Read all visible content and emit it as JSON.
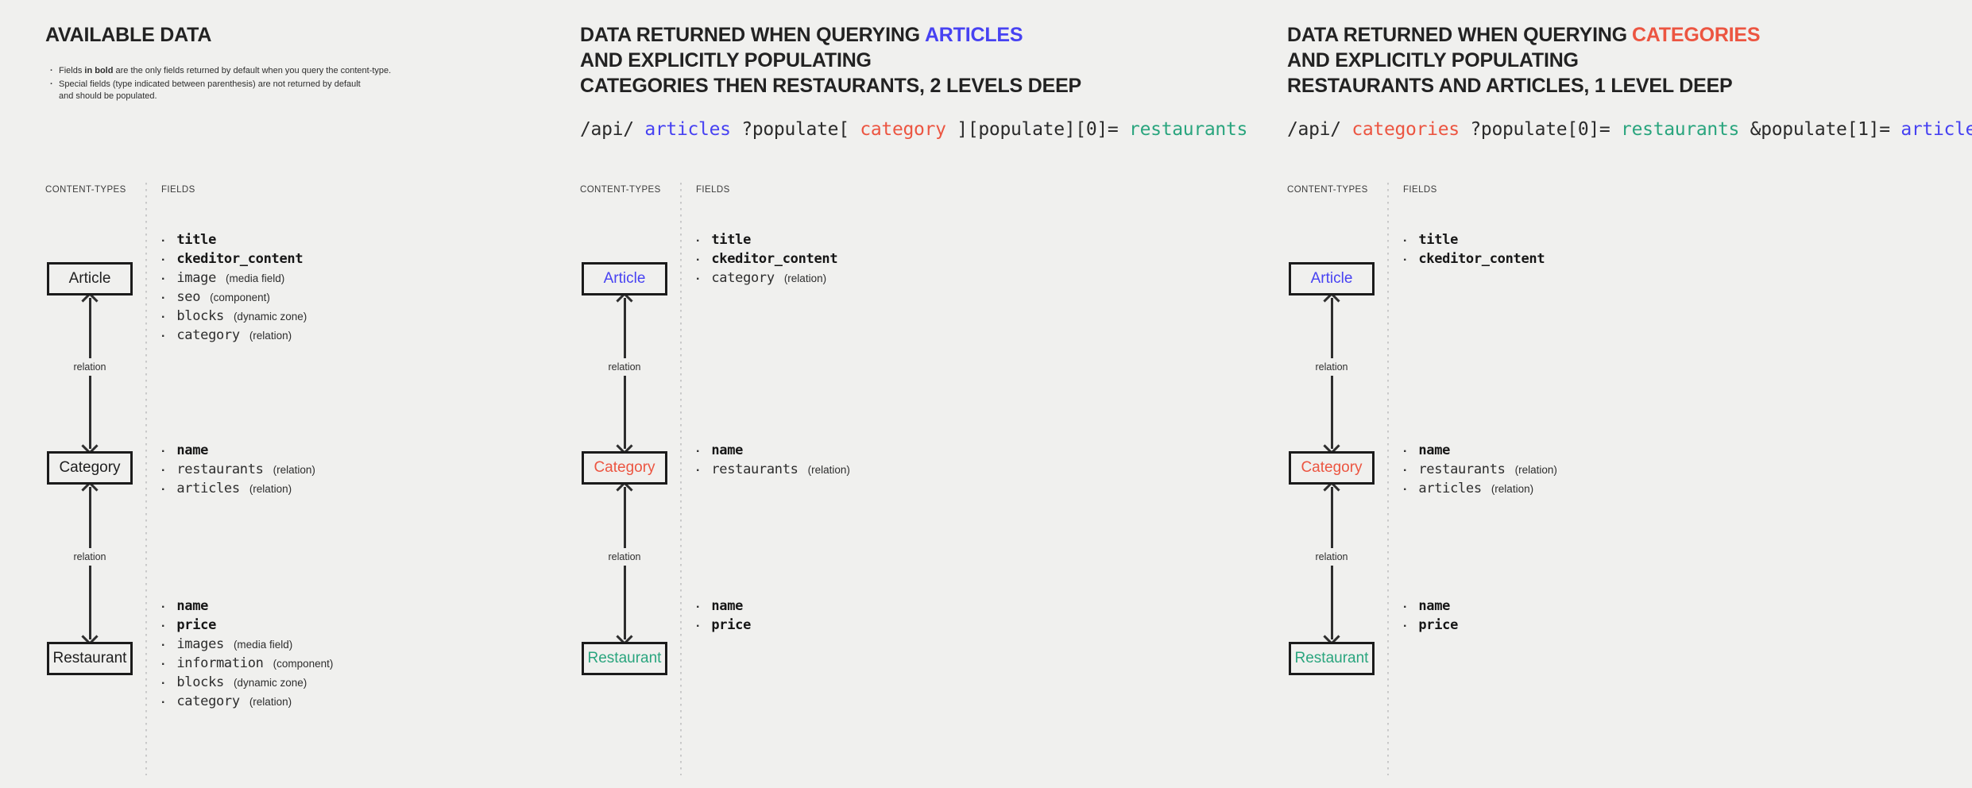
{
  "palette": {
    "bg": "#f0f0ee",
    "text": "#1f1f1f",
    "muted": "#3c3c3c",
    "blue": "#4742f2",
    "red": "#ec5541",
    "green": "#2aa57e",
    "line": "#2e2e2e",
    "divider": "#c9c9c9"
  },
  "shared": {
    "content_types_header": "CONTENT-TYPES",
    "fields_header": "FIELDS",
    "relation_label": "relation"
  },
  "panel_available": {
    "title": "AVAILABLE DATA",
    "note1": {
      "pre": "Fields ",
      "bold": "in bold",
      "post": " are the only fields returned by default when you query the content-type."
    },
    "note2": {
      "line1": "Special fields (type indicated between parenthesis) are not returned by default",
      "line2": "and should be populated."
    },
    "boxes": [
      {
        "label": "Article",
        "label_color": "plain",
        "fields": [
          {
            "name": "title",
            "type": "",
            "bold": true,
            "color": "plain"
          },
          {
            "name": "ckeditor_content",
            "type": "",
            "bold": true,
            "color": "plain"
          },
          {
            "name": "image",
            "type": "(media field)",
            "bold": false,
            "color": "plain"
          },
          {
            "name": "seo",
            "type": "(component)",
            "bold": false,
            "color": "plain"
          },
          {
            "name": "blocks",
            "type": "(dynamic zone)",
            "bold": false,
            "color": "plain"
          },
          {
            "name": "category",
            "type": "(relation)",
            "bold": false,
            "color": "plain"
          }
        ]
      },
      {
        "label": "Category",
        "label_color": "plain",
        "fields": [
          {
            "name": "name",
            "type": "",
            "bold": true,
            "color": "plain"
          },
          {
            "name": "restaurants",
            "type": "(relation)",
            "bold": false,
            "color": "plain"
          },
          {
            "name": "articles",
            "type": "(relation)",
            "bold": false,
            "color": "plain"
          }
        ]
      },
      {
        "label": "Restaurant",
        "label_color": "plain",
        "fields": [
          {
            "name": "name",
            "type": "",
            "bold": true,
            "color": "plain"
          },
          {
            "name": "price",
            "type": "",
            "bold": true,
            "color": "plain"
          },
          {
            "name": "images",
            "type": "(media field)",
            "bold": false,
            "color": "plain"
          },
          {
            "name": "information",
            "type": "(component)",
            "bold": false,
            "color": "plain"
          },
          {
            "name": "blocks",
            "type": "(dynamic zone)",
            "bold": false,
            "color": "plain"
          },
          {
            "name": "category",
            "type": "(relation)",
            "bold": false,
            "color": "plain"
          }
        ]
      }
    ]
  },
  "panel_articles": {
    "title_pre": "DATA RETURNED WHEN QUERYING",
    "title_highlight": "ARTICLES",
    "title_highlight_color": "blue",
    "title_line2": "AND EXPLICITLY POPULATING",
    "title_line3": "CATEGORIES THEN RESTAURANTS, 2 LEVELS DEEP",
    "api_segments": [
      {
        "t": "/api/",
        "color": "plain"
      },
      {
        "t": "articles",
        "color": "blue"
      },
      {
        "t": "?populate[",
        "color": "plain"
      },
      {
        "t": "category",
        "color": "red"
      },
      {
        "t": "][populate][0]=",
        "color": "plain"
      },
      {
        "t": "restaurants",
        "color": "green"
      }
    ],
    "boxes": [
      {
        "label": "Article",
        "label_color": "blue",
        "fields": [
          {
            "name": "title",
            "type": "",
            "bold": true,
            "color": "plain"
          },
          {
            "name": "ckeditor_content",
            "type": "",
            "bold": true,
            "color": "plain"
          },
          {
            "name": "category",
            "type": "(relation)",
            "bold": false,
            "color": "red"
          }
        ]
      },
      {
        "label": "Category",
        "label_color": "red",
        "fields": [
          {
            "name": "name",
            "type": "",
            "bold": true,
            "color": "plain"
          },
          {
            "name": "restaurants",
            "type": "(relation)",
            "bold": false,
            "color": "green"
          }
        ]
      },
      {
        "label": "Restaurant",
        "label_color": "green",
        "fields": [
          {
            "name": "name",
            "type": "",
            "bold": true,
            "color": "plain"
          },
          {
            "name": "price",
            "type": "",
            "bold": true,
            "color": "plain"
          }
        ]
      }
    ]
  },
  "panel_categories": {
    "title_pre": "DATA RETURNED WHEN QUERYING",
    "title_highlight": "CATEGORIES",
    "title_highlight_color": "red",
    "title_line2": "AND EXPLICITLY POPULATING",
    "title_line3": "RESTAURANTS AND ARTICLES, 1 LEVEL DEEP",
    "api_segments": [
      {
        "t": "/api/",
        "color": "plain"
      },
      {
        "t": "categories",
        "color": "red"
      },
      {
        "t": "?populate[0]=",
        "color": "plain"
      },
      {
        "t": "restaurants",
        "color": "green"
      },
      {
        "t": "&populate[1]=",
        "color": "plain"
      },
      {
        "t": "articles",
        "color": "blue"
      }
    ],
    "boxes": [
      {
        "label": "Article",
        "label_color": "blue",
        "fields": [
          {
            "name": "title",
            "type": "",
            "bold": true,
            "color": "plain"
          },
          {
            "name": "ckeditor_content",
            "type": "",
            "bold": true,
            "color": "plain"
          }
        ]
      },
      {
        "label": "Category",
        "label_color": "red",
        "fields": [
          {
            "name": "name",
            "type": "",
            "bold": true,
            "color": "plain"
          },
          {
            "name": "restaurants",
            "type": "(relation)",
            "bold": false,
            "color": "green"
          },
          {
            "name": "articles",
            "type": "(relation)",
            "bold": false,
            "color": "blue"
          }
        ]
      },
      {
        "label": "Restaurant",
        "label_color": "green",
        "fields": [
          {
            "name": "name",
            "type": "",
            "bold": true,
            "color": "plain"
          },
          {
            "name": "price",
            "type": "",
            "bold": true,
            "color": "plain"
          }
        ]
      }
    ]
  }
}
